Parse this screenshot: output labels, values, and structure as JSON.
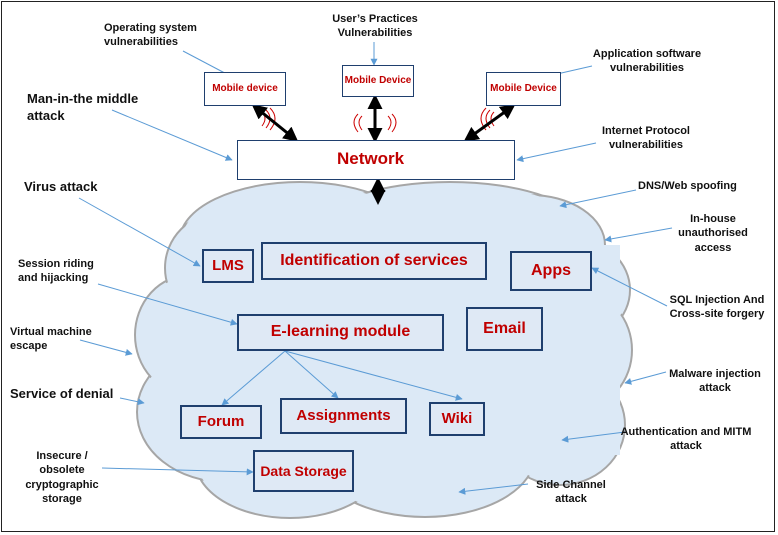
{
  "mobile_devices": [
    "Mobile device",
    "Mobile Device",
    "Mobile Device"
  ],
  "network": "Network",
  "services": {
    "lms": "LMS",
    "identification": "Identification of services",
    "apps": "Apps",
    "elearning": "E-learning module",
    "email": "Email",
    "forum": "Forum",
    "assignments": "Assignments",
    "wiki": "Wiki",
    "data_storage": "Data Storage"
  },
  "threats": {
    "os_vuln": "Operating system vulnerabilities",
    "user_vuln": "User’s Practices Vulnerabilities",
    "app_vuln": "Application software vulnerabilities",
    "mitm": "Man-in-the middle attack",
    "ip_vuln": "Internet Protocol vulnerabilities",
    "virus": "Virus  attack",
    "dns": "DNS/Web spoofing",
    "inhouse": "In-house unauthorised access",
    "session": "Session riding and hijacking",
    "sql": "SQL Injection And Cross-site forgery",
    "vm_escape": "Virtual machine escape",
    "malware": "Malware injection attack",
    "denial": "Service of denial",
    "auth": "Authentication and MITM attack",
    "crypto": "Insecure / obsolete cryptographic storage",
    "side_channel": "Side Channel attack"
  },
  "colors": {
    "box_border": "#1f3f6e",
    "box_fill": "#dfe9f5",
    "service_text": "#c00000",
    "cloud_fill": "#dce9f6",
    "cloud_stroke": "#a6a6a6",
    "pointer": "#5b9bd5",
    "signal": "#cc0000"
  }
}
